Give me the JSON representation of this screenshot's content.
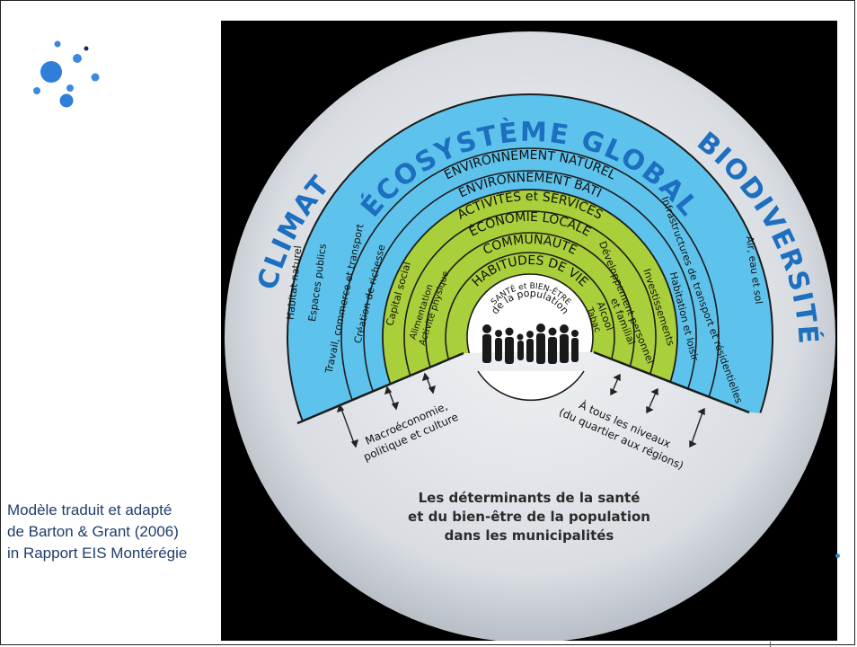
{
  "diagram": {
    "outer_title": "ÉCOSYSTÈME GLOBAL",
    "left_label": "CLIMAT",
    "right_label": "BIODIVERSITÉ",
    "blue_rings": [
      "ENVIRONNEMENT NATUREL",
      "ENVIRONNEMENT BÂTI",
      "ACTIVITÉS et SERVICES"
    ],
    "green_rings": [
      "ÉCONOMIE LOCALE",
      "COMMUNAUTÉ",
      "HABITUDES DE VIE"
    ],
    "left_items": [
      "Habitat naturel",
      "Espaces publics",
      "Travail, commerce et transport",
      "Création de richesse",
      "Capital social",
      "Alimentation",
      "Activité physique"
    ],
    "right_items": [
      "Air, eau et sol",
      "Infrastructures de transport et résidentielles",
      "Habitation et loisir",
      "Investissements",
      "Développement personnel",
      "et familial",
      "Alcool",
      "Tabac"
    ],
    "center_line1": "SANTÉ et BIEN-ÊTRE",
    "center_line2": "de la population",
    "scale_left_1": "Macroéconomie,",
    "scale_left_2": "politique et culture",
    "scale_right_1": "À tous les niveaux",
    "scale_right_2": "(du quartier aux régions)",
    "footer_1": "Les déterminants de la santé",
    "footer_2": "et du bien-être de la population",
    "footer_3": "dans les municipalités"
  },
  "caption": {
    "line1": "Modèle traduit et adapté",
    "line2": "de Barton & Grant (2006)",
    "line3": "in Rapport EIS Montérégie"
  },
  "colors": {
    "blue": "#5ec3ec",
    "green": "#a9cf3a",
    "title_blue": "#1d6fc0",
    "disc": "#dfe3e7",
    "caption": "#1f3d6b"
  }
}
